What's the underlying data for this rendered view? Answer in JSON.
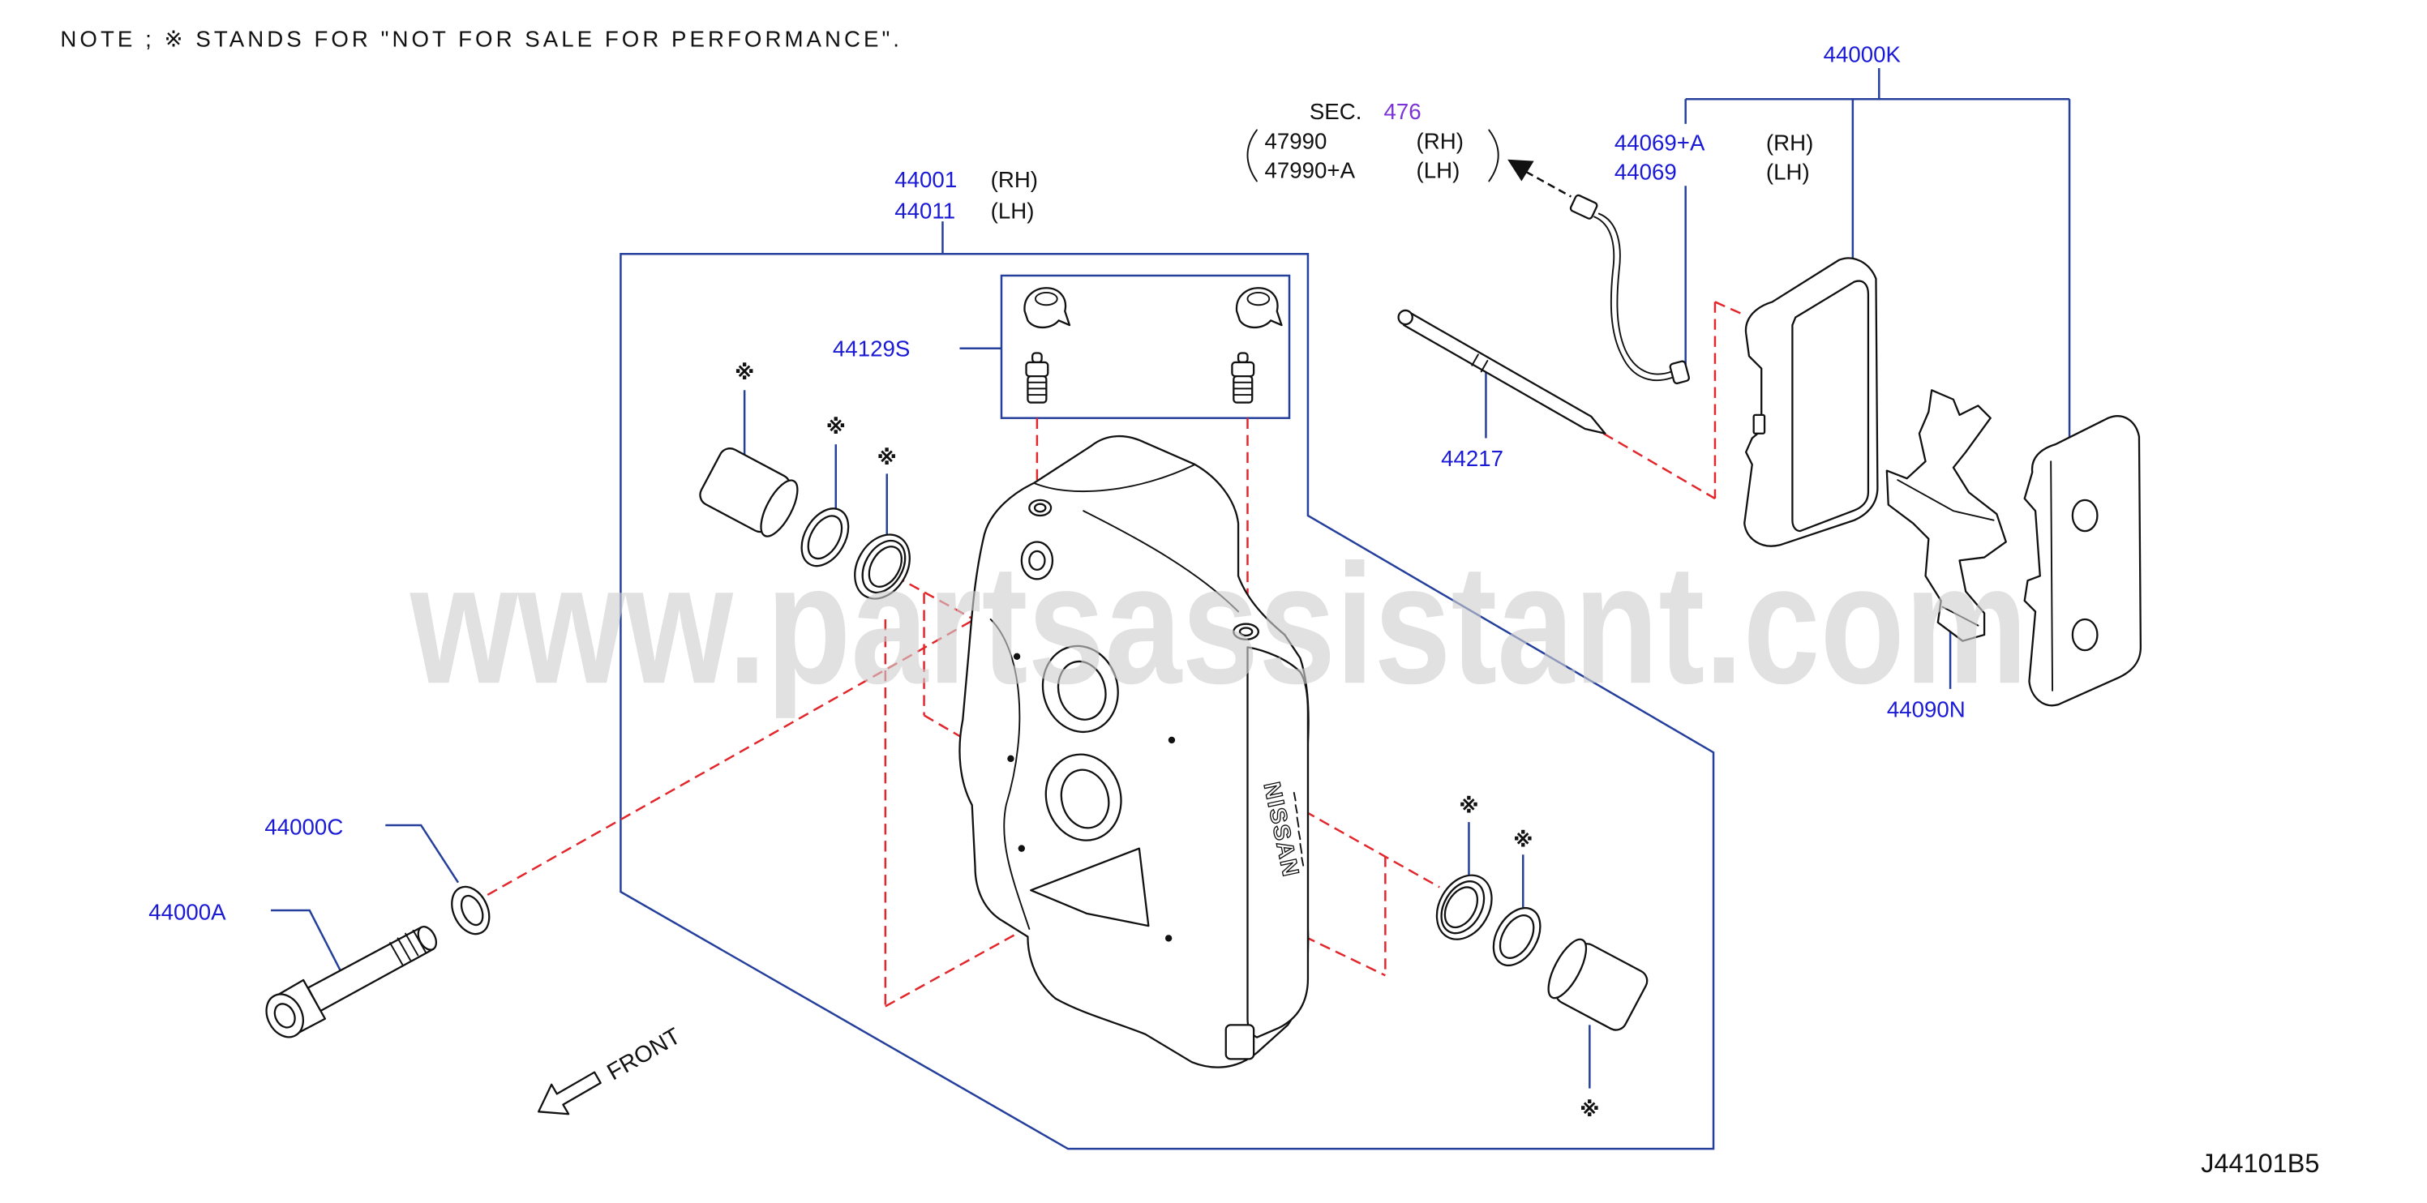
{
  "note": "NOTE ; ※ STANDS FOR \"NOT FOR SALE FOR PERFORMANCE\".",
  "not_for_sale_mark": "※",
  "watermark": "www.partsassistant.com",
  "diagram_code": "J44101B5",
  "front_label": "FRONT",
  "caliper_logo": "NISSAN",
  "side_labels": {
    "rh": "(RH)",
    "lh": "(LH)"
  },
  "section_ref": {
    "label": "SEC.",
    "number": "476",
    "parts": [
      "47990",
      "47990+A"
    ]
  },
  "callouts": {
    "pad_kit": "44000K",
    "sensor_rh": "44069+A",
    "sensor_lh": "44069",
    "caliper_rh": "44001",
    "caliper_lh": "44011",
    "bleeder_kit": "44129S",
    "pad_pin": "44217",
    "pad_spring": "44090N",
    "washer": "44000C",
    "bolt": "44000A"
  },
  "colors": {
    "label_blue": "#1a1ad6",
    "text_black": "#111111",
    "section_purple": "#7a33d6",
    "leader_blue": "#243f9c",
    "dash_red": "#e3262b",
    "watermark_gray": "#cfcfcf"
  },
  "icons": {
    "front_direction": "front-arrow-icon",
    "section_pointer": "section-arrow-icon"
  }
}
